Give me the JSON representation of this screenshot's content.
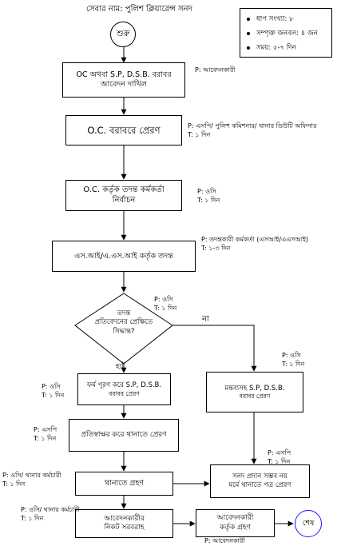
{
  "service_title": "সেবার নাম: পুলিশ ক্লিয়ারেন্স সনদ",
  "legend": [
    "ধাপ সংখ্যা: ৮",
    "সম্পৃক্ত জনবল: ৪ জন",
    "সময়: ৫-৭ দিন"
  ],
  "start_label": "শুরু",
  "end_label": "শেষ",
  "steps": {
    "s1": {
      "line1": "OC অথবা S.P, D.S.B. বরাবর",
      "line2": "আবেদন দাখিল"
    },
    "s2": {
      "line1": "O.C. বরাবরে প্রেরণ"
    },
    "s3": {
      "line1": "O.C. কর্তৃক তদন্ত কর্মকর্তা",
      "line2": "নির্বাচন"
    },
    "s4": {
      "line1": "এস.আই/এ.এস.আই কর্তৃক তদন্ত"
    },
    "decision": {
      "line1": "তদন্ত",
      "line2": "প্রতিবেদনের প্রেক্ষিতে",
      "line3": "সিদ্ধান্ত?"
    },
    "yes_box": {
      "line1": "ফর্ম পূরণ করে S.P, D.S.B.",
      "line2": "বরাবর প্রেরণ"
    },
    "no_box": {
      "line1": "মন্তব্যসহ S.P, D.S.B.",
      "line2": "বরাবর প্রেরণ"
    },
    "countersign": {
      "line1": "প্রতিস্বাক্ষর করে থানাতে প্রেরণ"
    },
    "receive": {
      "line1": "থানাতে গ্রহণ"
    },
    "reject": {
      "line1": "সনদ প্রদান সম্ভব নয়",
      "line2": "মর্মে থানাতে পত্র প্রেরণ"
    },
    "supply": {
      "line1": "আবেদনকারীর",
      "line2": "নিকট সরবরাহ"
    },
    "accept": {
      "line1": "আবেদনকারী",
      "line2": "কর্তৃক গ্রহণ"
    }
  },
  "decision_labels": {
    "yes": "হ্যাঁ",
    "no": "না"
  },
  "annotations": {
    "a1": {
      "p": "P: আবেদনকারী"
    },
    "a2": {
      "p": "P: এসপি/ পুলিশ কমিশনার/ থানার ডিউটি অফিসার",
      "t": "T: ১ দিন"
    },
    "a3": {
      "p": "P: ওসি",
      "t": "T: ১ দিন"
    },
    "a4": {
      "p": "P: তদন্তকারী কর্মকর্তা (এসআই/এএসআই)",
      "t": "T: ১-৩ দিন"
    },
    "a5": {
      "p": "P: ওসি",
      "t": "T: ১ দিন"
    },
    "a6": {
      "p": "P: ওসি",
      "t": "T: ১ দিন"
    },
    "a7": {
      "p": "P: ওসি",
      "t": "T: ১ দিন"
    },
    "a8": {
      "p": "P: এসপি",
      "t": "T: ১ দিন"
    },
    "a9": {
      "p": "P: এসপি",
      "t": "T: ১ দিন"
    },
    "a10": {
      "p": "P: ওসি/ থানার কর্মচারী",
      "t": "T: ১ দিন"
    },
    "a11": {
      "p": "P: ওসি/ থানার কর্মচারী",
      "t": "T: ১ দিন"
    },
    "a12": {
      "p": "P: আবেদনকারী"
    }
  },
  "colors": {
    "end_circle": "#1a1aff",
    "line": "#000000"
  }
}
